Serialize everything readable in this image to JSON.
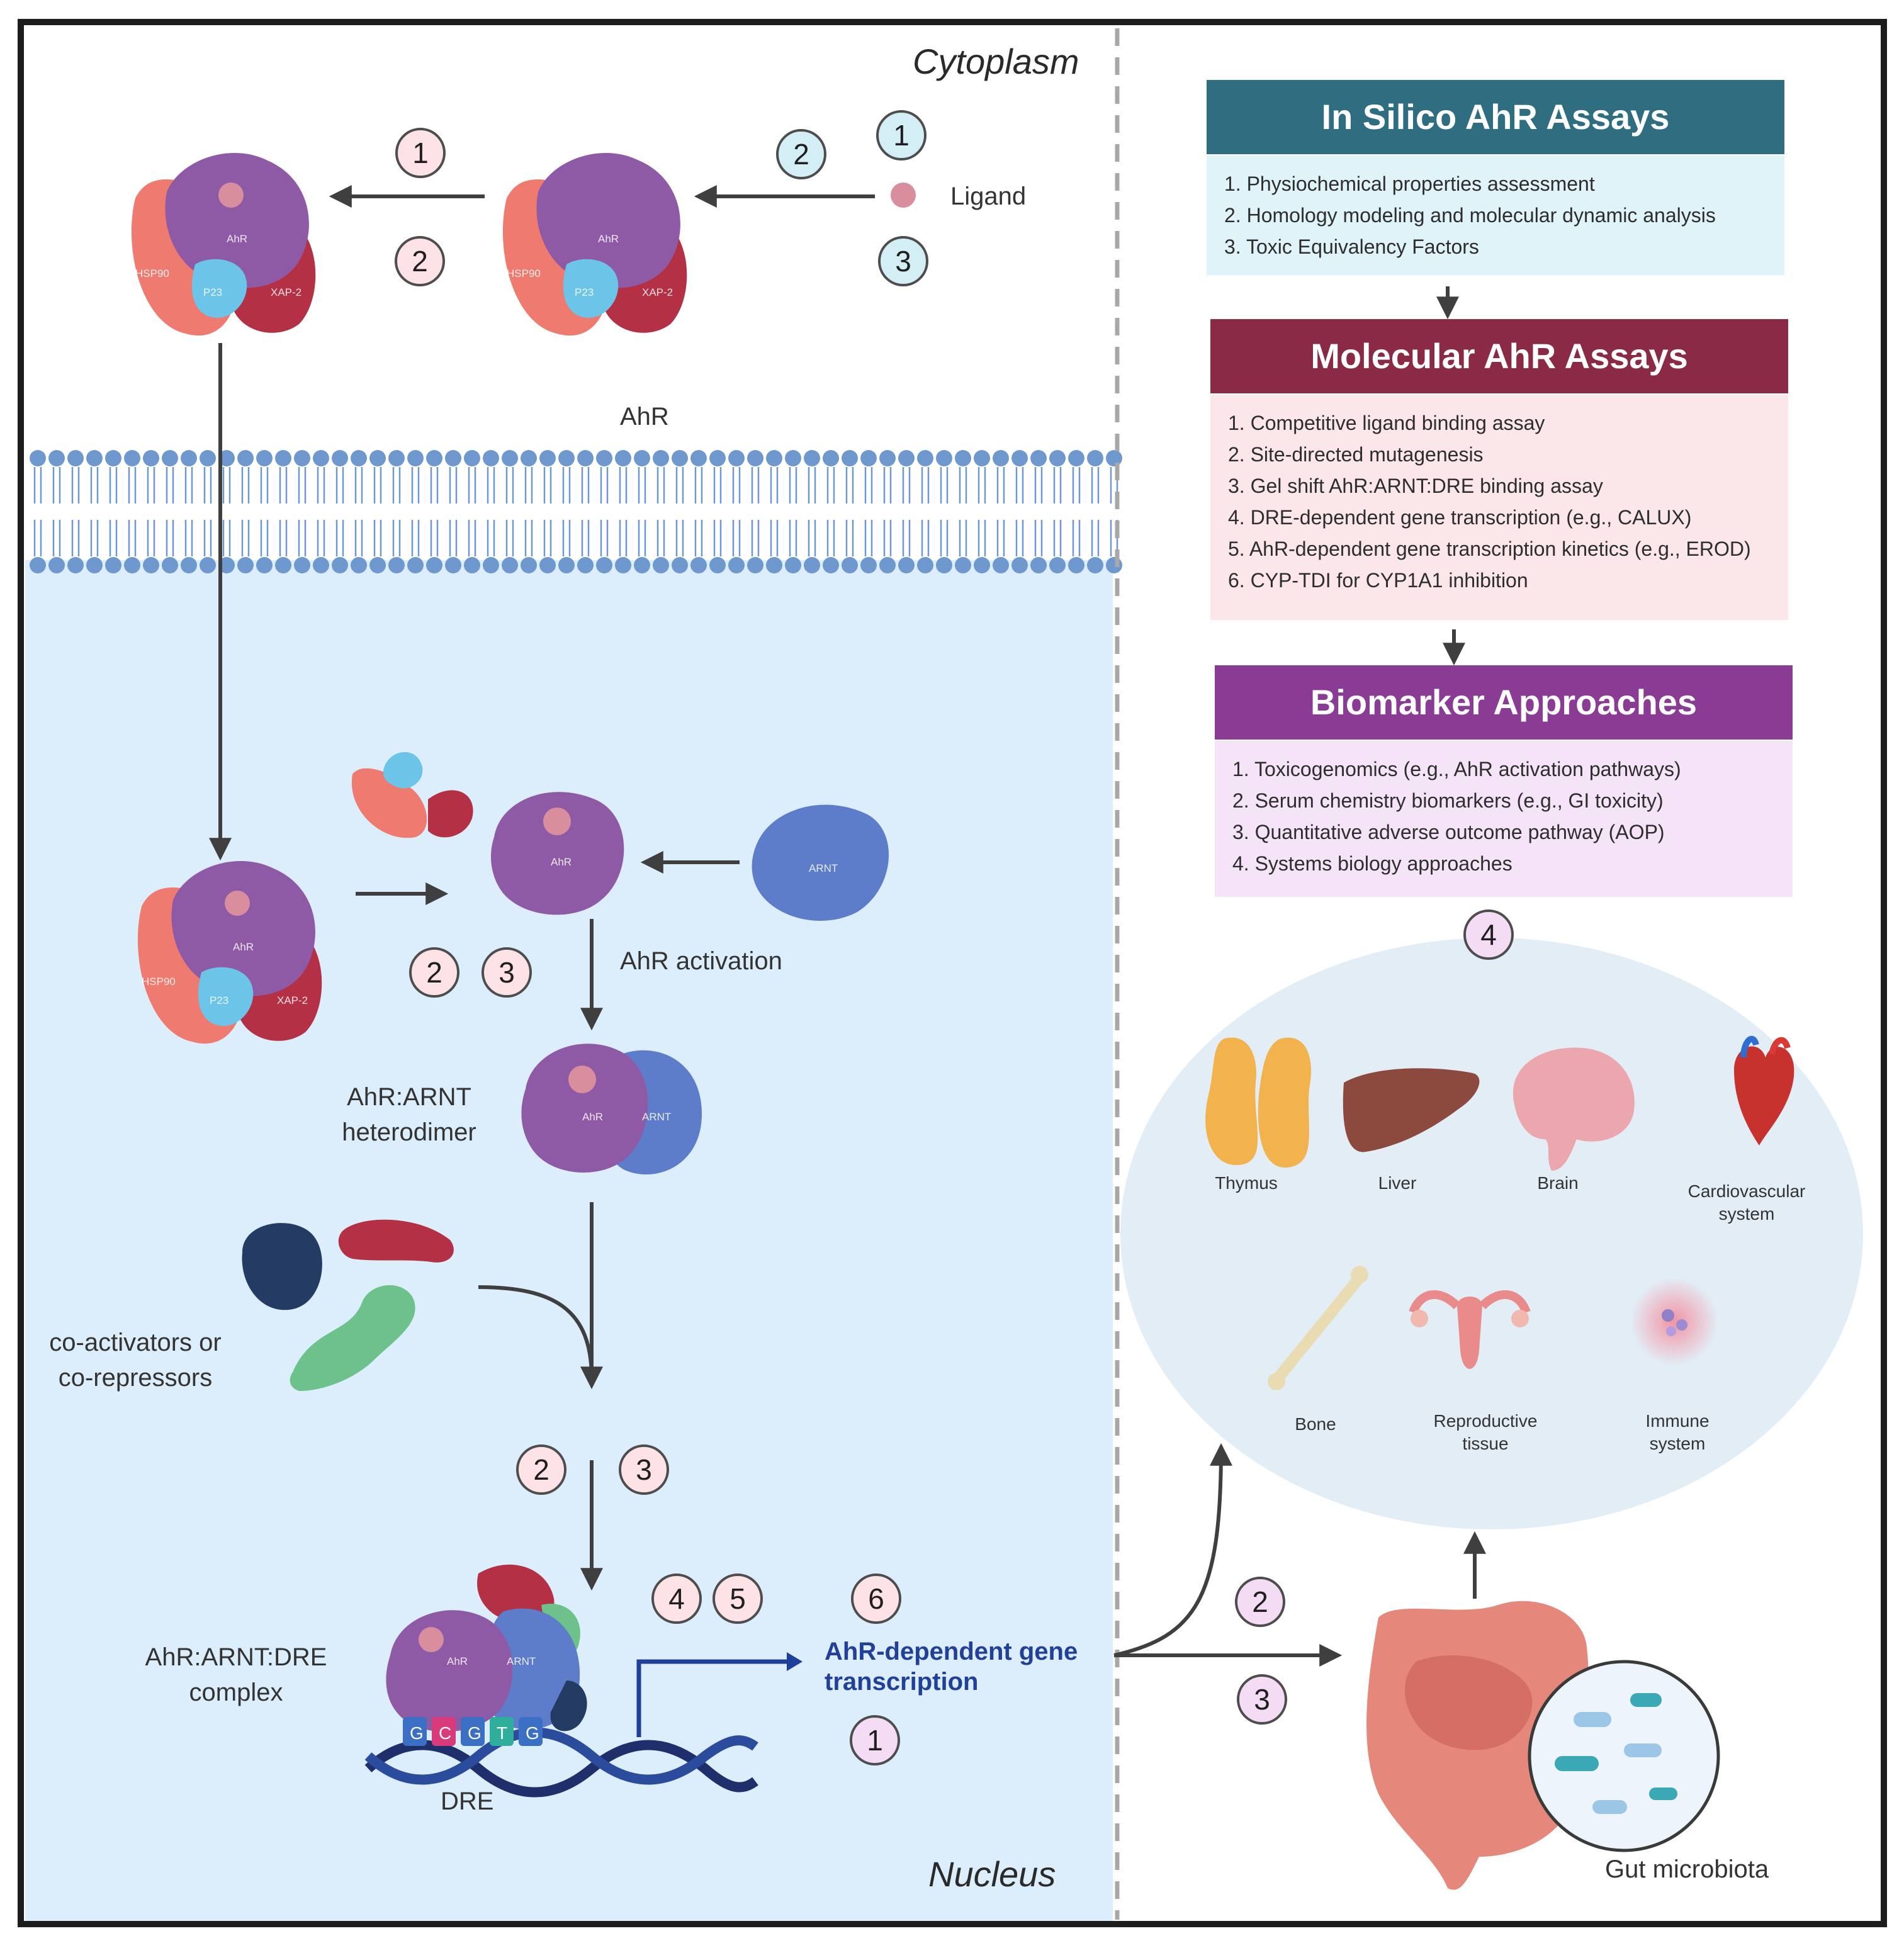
{
  "regions": {
    "cytoplasm": "Cytoplasm",
    "nucleus": "Nucleus"
  },
  "ligand_label": "Ligand",
  "ahr_label": "AhR",
  "ahr_activation": "AhR activation",
  "heterodimer": [
    "AhR:ARNT",
    "heterodimer"
  ],
  "coactivators": [
    "co-activators or",
    "co-repressors"
  ],
  "dre_complex": [
    "AhR:ARNT:DRE",
    "complex"
  ],
  "dre": "DRE",
  "gene_transcription": [
    "AhR-dependent gene",
    "transcription"
  ],
  "protein_labels": {
    "hsp90": "HSP90",
    "xap2": "XAP-2",
    "p23": "P23",
    "ahr": "AhR",
    "arnt": "ARNT"
  },
  "dna_bases": [
    "G",
    "C",
    "G",
    "T",
    "G"
  ],
  "markers": {
    "n1": "1",
    "n2": "2",
    "n3": "3",
    "n4": "4",
    "n5": "5",
    "n6": "6"
  },
  "colors": {
    "in_silico_header": "#2f6e80",
    "in_silico_body": "#dff3f8",
    "molecular_header": "#8a2a45",
    "molecular_body": "#fbe6ea",
    "biomarker_header": "#8a3c95",
    "biomarker_body": "#f5e3f7",
    "nucleus_bg": "#dceefc",
    "membrane": "#6f98cf"
  },
  "in_silico": {
    "title": "In Silico AhR Assays",
    "items": [
      "1. Physiochemical properties assessment",
      "2. Homology modeling and molecular dynamic analysis",
      "3. Toxic Equivalency Factors"
    ]
  },
  "molecular": {
    "title": "Molecular AhR Assays",
    "items": [
      "1. Competitive ligand binding assay",
      "2. Site-directed mutagenesis",
      "3. Gel shift AhR:ARNT:DRE binding assay",
      "4. DRE-dependent gene transcription (e.g., CALUX)",
      "5. AhR-dependent gene transcription kinetics (e.g., EROD)",
      "6. CYP-TDI for CYP1A1 inhibition"
    ]
  },
  "biomarker": {
    "title": "Biomarker Approaches",
    "items": [
      "1. Toxicogenomics (e.g., AhR activation pathways)",
      "2. Serum chemistry biomarkers (e.g., GI toxicity)",
      "3. Quantitative adverse outcome pathway (AOP)",
      "4. Systems biology approaches"
    ]
  },
  "organs": {
    "thymus": "Thymus",
    "liver": "Liver",
    "brain": "Brain",
    "cardio": [
      "Cardiovascular",
      "system"
    ],
    "bone": "Bone",
    "repro": [
      "Reproductive",
      "tissue"
    ],
    "immune": [
      "Immune",
      "system"
    ]
  },
  "gut": "Gut microbiota"
}
